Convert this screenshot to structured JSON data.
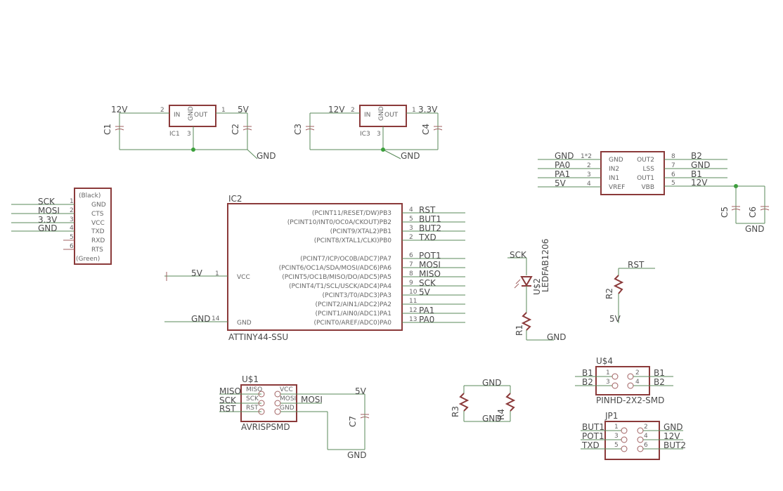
{
  "ic1": {
    "pin_in": "2",
    "pin_out": "1",
    "pin_gnd": "3",
    "in": "IN",
    "gnd": "GND",
    "out": "OUT",
    "ref": "IC1",
    "net_in": "12V",
    "net_out": "5V",
    "c_in": "C1",
    "c_out": "C2",
    "net_gnd": "GND"
  },
  "ic3": {
    "pin_in": "2",
    "pin_out": "1",
    "pin_gnd": "3",
    "in": "IN",
    "gnd": "GND",
    "out": "OUT",
    "ref": "IC3",
    "net_in": "12V",
    "net_out": "3.3V",
    "c_in": "C3",
    "c_out": "C4",
    "net_gnd": "GND"
  },
  "ftdi": {
    "title_top": "(Black)",
    "title_bottom": "(Green)",
    "pins": [
      {
        "num": "1",
        "name": "GND",
        "net": "SCK"
      },
      {
        "num": "2",
        "name": "CTS",
        "net": "MOSI"
      },
      {
        "num": "3",
        "name": "VCC",
        "net": "3.3V"
      },
      {
        "num": "4",
        "name": "TXD",
        "net": "GND"
      },
      {
        "num": "5",
        "name": "RXD",
        "net": ""
      },
      {
        "num": "6",
        "name": "RTS",
        "net": ""
      }
    ]
  },
  "ic2": {
    "ref": "IC2",
    "value": "ATTINY44-SSU",
    "vcc_label": "VCC",
    "vcc_pin": "1",
    "vcc_net": "5V",
    "gnd_label": "GND",
    "gnd_pin": "14",
    "gnd_net": "GND",
    "pins_b": [
      {
        "name": "(PCINT11/RESET/DW)PB3",
        "num": "4",
        "net": "RST"
      },
      {
        "name": "(PCINT10/INT0/OC0A/CKOUT)PB2",
        "num": "5",
        "net": "BUT1"
      },
      {
        "name": "(PCINT9/XTAL2)PB1",
        "num": "3",
        "net": "BUT2"
      },
      {
        "name": "(PCINT8/XTAL1/CLKI)PB0",
        "num": "2",
        "net": "TXD"
      }
    ],
    "pins_a": [
      {
        "name": "(PCINT7/ICP/OC0B/ADC7)PA7",
        "num": "6",
        "net": "POT1"
      },
      {
        "name": "(PCINT6/OC1A/SDA/MOSI/ADC6)PA6",
        "num": "7",
        "net": "MOSI"
      },
      {
        "name": "(PCINT5/OC1B/MISO/DO/ADC5)PA5",
        "num": "8",
        "net": "MISO"
      },
      {
        "name": "(PCINT4/T1/SCL/USCK/ADC4)PA4",
        "num": "9",
        "net": "SCK"
      },
      {
        "name": "(PCINT3/T0/ADC3)PA3",
        "num": "10",
        "net": "5V"
      },
      {
        "name": "(PCINT2/AIN1/ADC2)PA2",
        "num": "11",
        "net": ""
      },
      {
        "name": "(PCINT1/AIN0/ADC1)PA1",
        "num": "12",
        "net": "PA1"
      },
      {
        "name": "(PCINT0/AREF/ADC0)PA0",
        "num": "13",
        "net": "PA0"
      }
    ]
  },
  "driver": {
    "left": [
      {
        "net": "GND",
        "num": "1*2",
        "name": "GND"
      },
      {
        "net": "PA0",
        "num": "2",
        "name": "IN2"
      },
      {
        "net": "PA1",
        "num": "3",
        "name": "IN1"
      },
      {
        "net": "5V",
        "num": "4",
        "name": "VREF"
      }
    ],
    "right": [
      {
        "name": "OUT2",
        "num": "8",
        "net": "B2"
      },
      {
        "name": "LSS",
        "num": "7",
        "net": "GND"
      },
      {
        "name": "OUT1",
        "num": "6",
        "net": "B1"
      },
      {
        "name": "VBB",
        "num": "5",
        "net": "12V"
      }
    ],
    "c5": "C5",
    "c6": "C6",
    "gnd": "GND"
  },
  "led": {
    "net_top": "SCK",
    "ref": "U$2",
    "value": "LEDFAB1206",
    "r": "R1",
    "gnd": "GND"
  },
  "r2": {
    "net_top": "RST",
    "ref": "R2",
    "net_bottom": "5V"
  },
  "isp": {
    "ref": "U$1",
    "value": "AVRISPSMD",
    "left": [
      {
        "net": "MISO",
        "pin": "MISO"
      },
      {
        "net": "SCK",
        "pin": "SCK"
      },
      {
        "net": "RST",
        "pin": "RST"
      }
    ],
    "right": [
      {
        "pin": "VCC",
        "net": "5V"
      },
      {
        "pin": "MOSI",
        "net": "MOSI"
      },
      {
        "pin": "GND",
        "net": ""
      }
    ],
    "cap": "C7",
    "gnd": "GND"
  },
  "r34": {
    "gnd_top": "GND",
    "gnd_bottom": "GND",
    "r3": "R3",
    "r4": "R4"
  },
  "us4": {
    "ref": "U$4",
    "value": "PINHD-2X2-SMD",
    "left": [
      {
        "net": "B1",
        "num": "1"
      },
      {
        "net": "B2",
        "num": "3"
      }
    ],
    "right": [
      {
        "num": "2",
        "net": "B1"
      },
      {
        "num": "4",
        "net": "B2"
      }
    ]
  },
  "jp1": {
    "ref": "JP1",
    "left": [
      {
        "net": "BUT1",
        "num": "1"
      },
      {
        "net": "POT1",
        "num": "3"
      },
      {
        "net": "TXD",
        "num": "5"
      }
    ],
    "right": [
      {
        "num": "2",
        "net": "GND"
      },
      {
        "num": "4",
        "net": "12V"
      },
      {
        "num": "6",
        "net": "BUT2"
      }
    ]
  }
}
